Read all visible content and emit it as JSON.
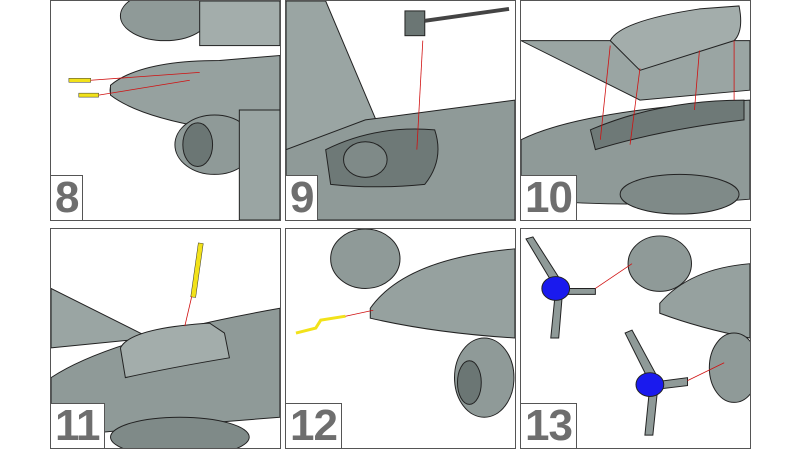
{
  "steps": [
    {
      "number": "8"
    },
    {
      "number": "9"
    },
    {
      "number": "10"
    },
    {
      "number": "11"
    },
    {
      "number": "12"
    },
    {
      "number": "13"
    }
  ],
  "colors": {
    "body": "#8f9a98",
    "body_dark": "#5f6a68",
    "part_yellow": "#f2e21a",
    "propeller_hub": "#1a1aee",
    "guide_line": "#d01010",
    "number_text": "#6e6e6e"
  }
}
